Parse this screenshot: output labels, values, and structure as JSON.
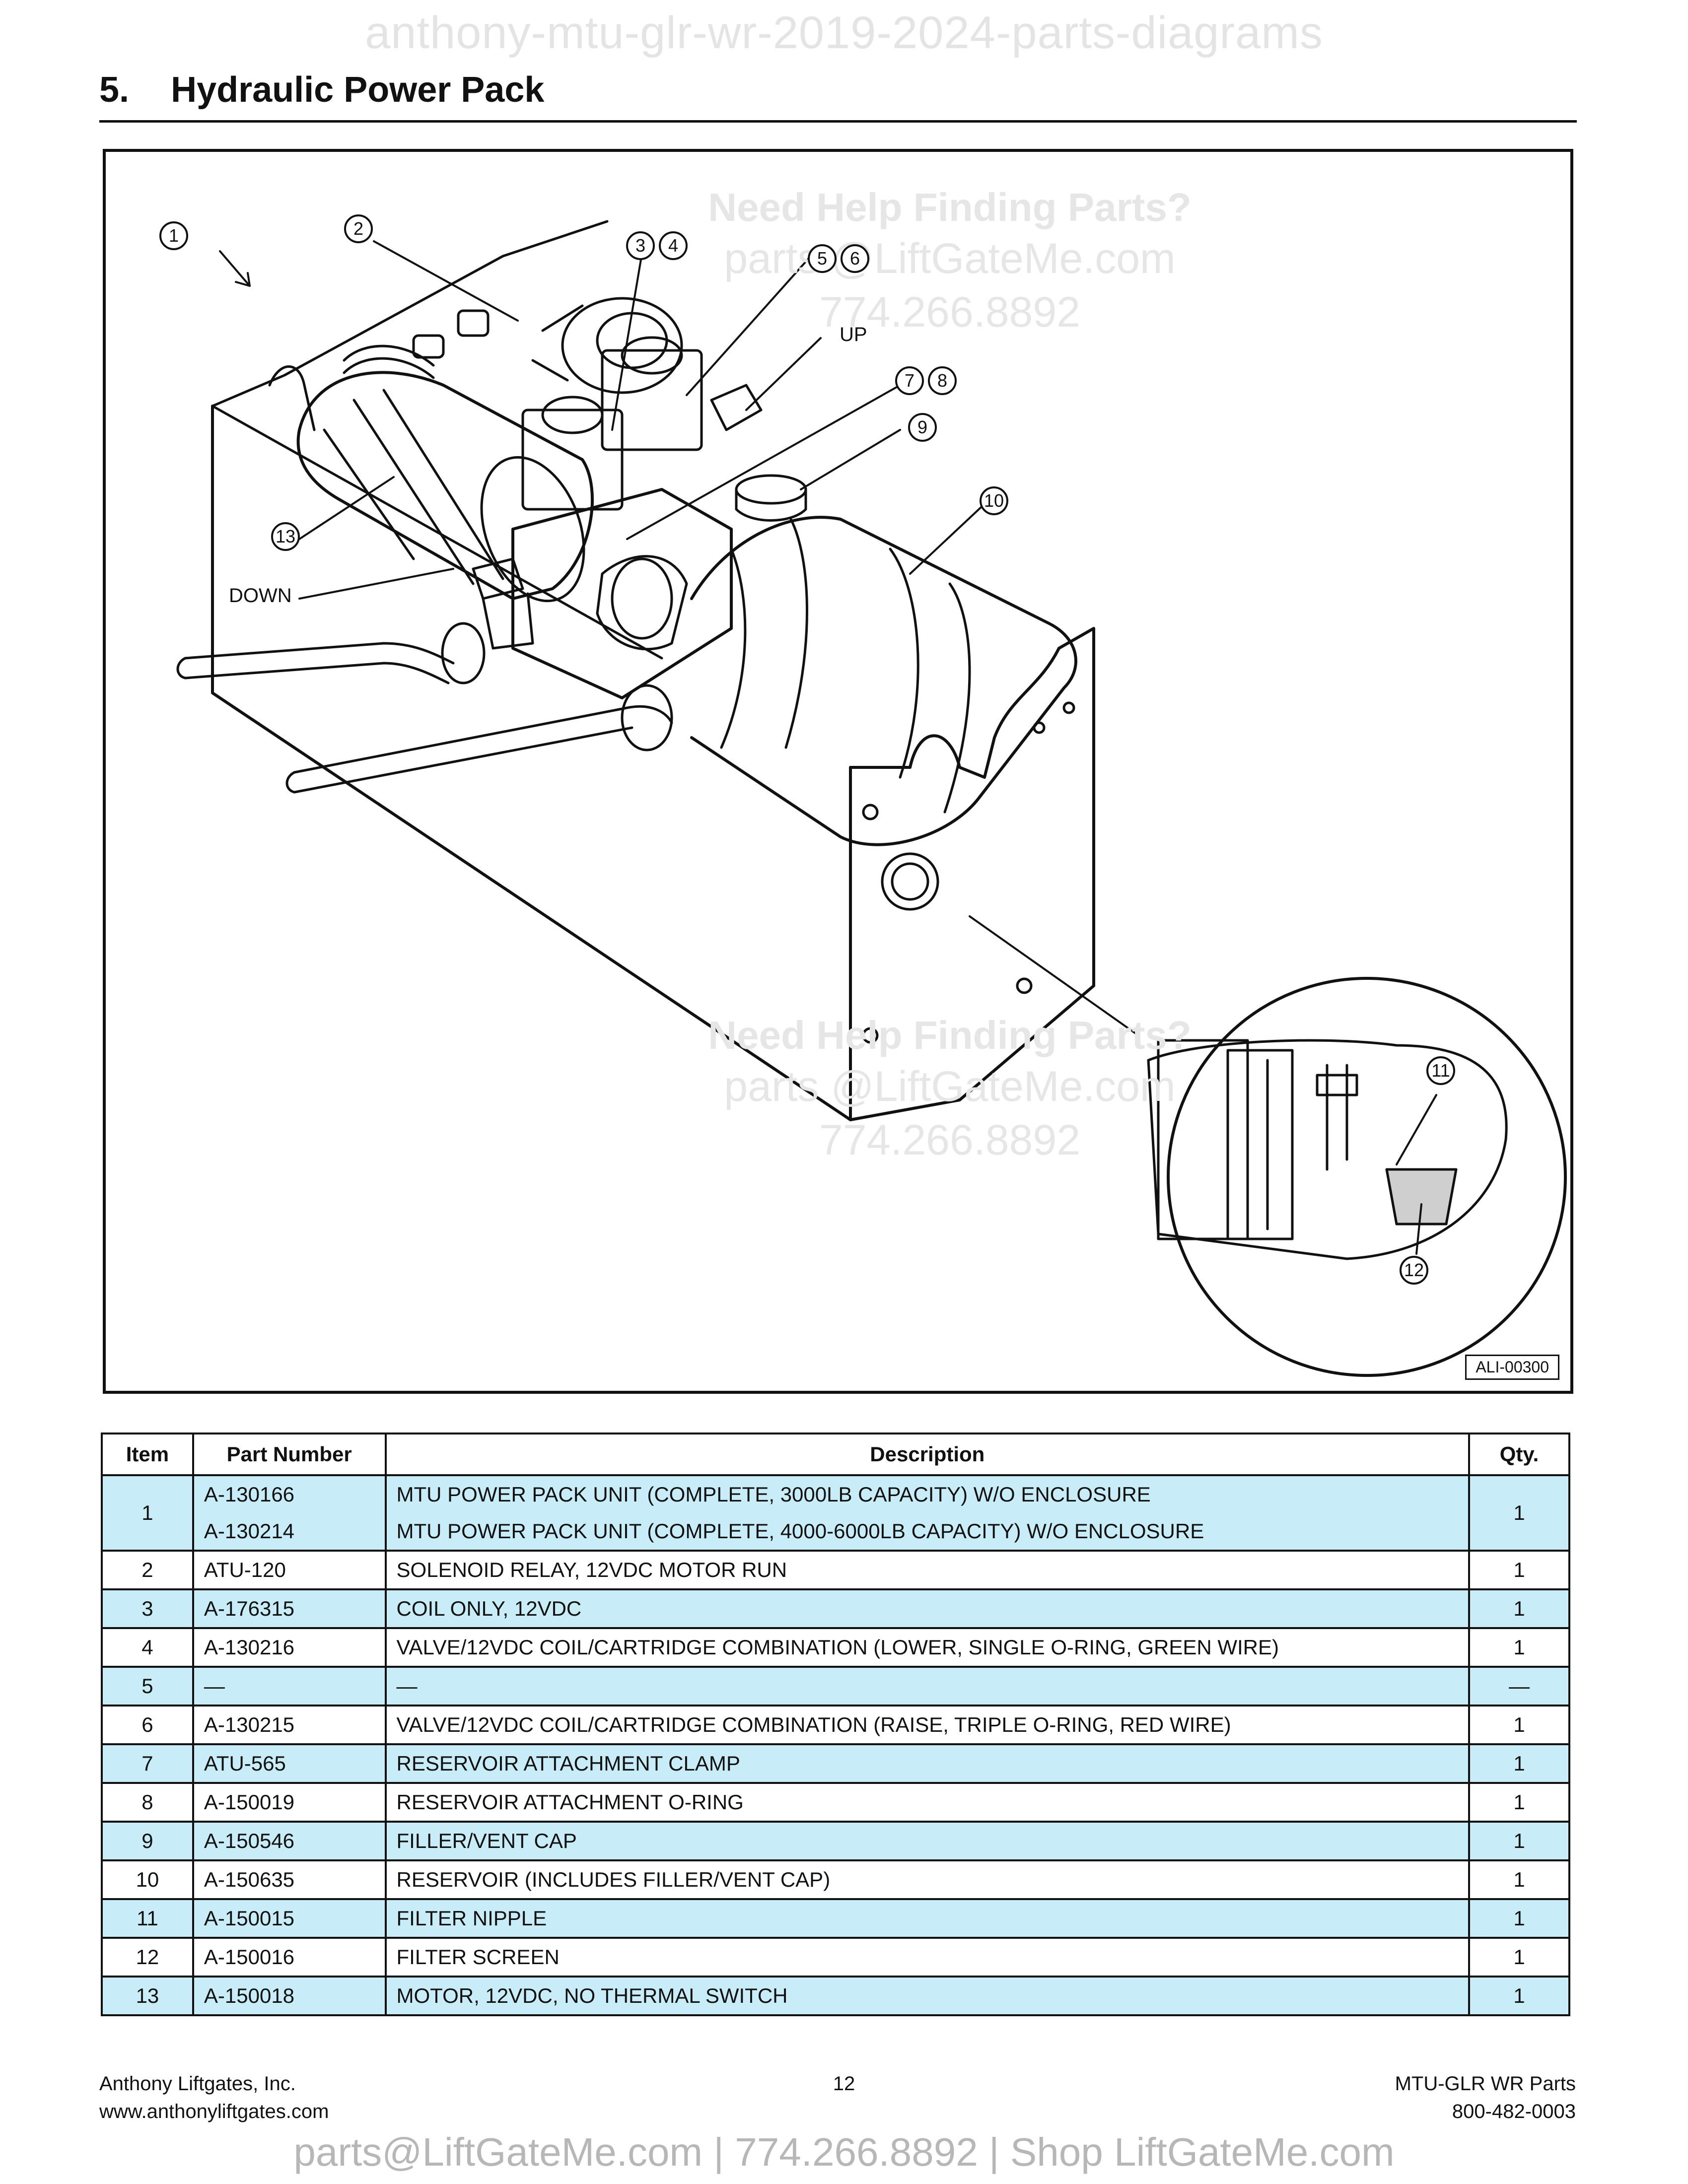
{
  "watermark_top": "anthony-mtu-glr-wr-2019-2024-parts-diagrams",
  "section": {
    "number": "5.",
    "title": "Hydraulic Power Pack"
  },
  "figure": {
    "watermark": {
      "line1": "Need Help Finding Parts?",
      "line2": "parts @LiftGateMe.com",
      "line3": "774.266.8892"
    },
    "callouts": [
      "1",
      "2",
      "3",
      "4",
      "5",
      "6",
      "7",
      "8",
      "9",
      "10",
      "11",
      "12",
      "13"
    ],
    "labels": {
      "up": "UP",
      "down": "DOWN"
    },
    "figure_id": "ALI-00300"
  },
  "table": {
    "headers": {
      "item": "Item",
      "part_number": "Part Number",
      "description": "Description",
      "qty": "Qty."
    },
    "rows": [
      {
        "item": "1",
        "part_numbers": [
          "A-130166",
          "A-130214"
        ],
        "descriptions": [
          "MTU POWER PACK UNIT (COMPLETE, 3000LB CAPACITY) W/O ENCLOSURE",
          "MTU POWER PACK UNIT (COMPLETE, 4000-6000LB CAPACITY) W/O ENCLOSURE"
        ],
        "qty": "1"
      },
      {
        "item": "2",
        "part_numbers": [
          "ATU-120"
        ],
        "descriptions": [
          "SOLENOID RELAY, 12VDC MOTOR RUN"
        ],
        "qty": "1"
      },
      {
        "item": "3",
        "part_numbers": [
          "A-176315"
        ],
        "descriptions": [
          "COIL ONLY, 12VDC"
        ],
        "qty": "1"
      },
      {
        "item": "4",
        "part_numbers": [
          "A-130216"
        ],
        "descriptions": [
          "VALVE/12VDC COIL/CARTRIDGE COMBINATION (LOWER, SINGLE O-RING, GREEN WIRE)"
        ],
        "qty": "1"
      },
      {
        "item": "5",
        "part_numbers": [
          "—"
        ],
        "descriptions": [
          "—"
        ],
        "qty": "—"
      },
      {
        "item": "6",
        "part_numbers": [
          "A-130215"
        ],
        "descriptions": [
          "VALVE/12VDC COIL/CARTRIDGE COMBINATION (RAISE, TRIPLE O-RING, RED WIRE)"
        ],
        "qty": "1"
      },
      {
        "item": "7",
        "part_numbers": [
          "ATU-565"
        ],
        "descriptions": [
          "RESERVOIR ATTACHMENT CLAMP"
        ],
        "qty": "1"
      },
      {
        "item": "8",
        "part_numbers": [
          "A-150019"
        ],
        "descriptions": [
          "RESERVOIR ATTACHMENT O-RING"
        ],
        "qty": "1"
      },
      {
        "item": "9",
        "part_numbers": [
          "A-150546"
        ],
        "descriptions": [
          "FILLER/VENT CAP"
        ],
        "qty": "1"
      },
      {
        "item": "10",
        "part_numbers": [
          "A-150635"
        ],
        "descriptions": [
          "RESERVOIR (INCLUDES FILLER/VENT CAP)"
        ],
        "qty": "1"
      },
      {
        "item": "11",
        "part_numbers": [
          "A-150015"
        ],
        "descriptions": [
          "FILTER NIPPLE"
        ],
        "qty": "1"
      },
      {
        "item": "12",
        "part_numbers": [
          "A-150016"
        ],
        "descriptions": [
          "FILTER SCREEN"
        ],
        "qty": "1"
      },
      {
        "item": "13",
        "part_numbers": [
          "A-150018"
        ],
        "descriptions": [
          "MOTOR, 12VDC, NO THERMAL SWITCH"
        ],
        "qty": "1"
      }
    ]
  },
  "footer": {
    "company": "Anthony Liftgates, Inc.",
    "website": "www.anthonyliftgates.com",
    "page_number": "12",
    "doc_title": "MTU-GLR WR Parts",
    "phone": "800-482-0003",
    "bottom_watermark": "parts@LiftGateMe.com | 774.266.8892 | Shop LiftGateMe.com"
  },
  "colors": {
    "row_shade": "#c9edf8",
    "ink": "#111111",
    "watermark": "#e6e6e6"
  }
}
